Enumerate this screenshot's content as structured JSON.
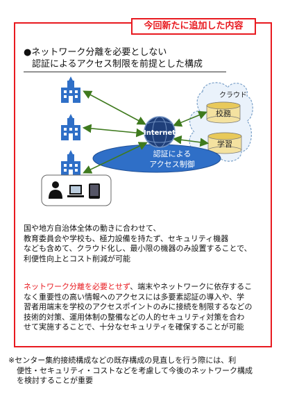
{
  "tag": "今回新たに追加した内容",
  "heading": {
    "line1": "●ネットワーク分離を必要としない",
    "line2": "認証によるアクセス制限を前提とした構成"
  },
  "diagram": {
    "cloud_label": "クラウド",
    "db1_label": "校務",
    "db2_label": "学習",
    "internet_label": "Internet",
    "ellipse_line1": "認証による",
    "ellipse_line2": "アクセス制御"
  },
  "paragraph1": [
    "国や地方自治体全体の動きに合わせて、",
    "教育委員会や学校も、極力設備を持たず、セキュリティ機器",
    "なども含めて、クラウド化し、最小限の機器のみ設置することで、",
    "利便性向上とコスト削減が可能"
  ],
  "paragraph2": {
    "red": "ネットワーク分離を必要とせず",
    "rest_line1": "、端末やネットワークに依存するこ",
    "lines": [
      "なく重要性の高い情報へのアクセスには多要素認証の導入や、学",
      "習者用端末を学校のアクセスポイントのみに接続を制限するなどの",
      "技術的対策、運用体制の整備などの人的セキュリティ対策を合わ",
      "せて実施することで、十分なセキュリティを確保することが可能"
    ]
  },
  "footnote": [
    "※センター集約接続構成などの既存構成の見直しを行う際には、利",
    "便性・セキュリティ・コストなどを考慮して今後のネットワーク構成",
    "を検討することが重要"
  ],
  "colors": {
    "accent_red": "#e8191f",
    "ellipse_blue": "#2f6fc7",
    "arrow_green": "#3f7a1e",
    "building_blue": "#2f6fc7"
  }
}
